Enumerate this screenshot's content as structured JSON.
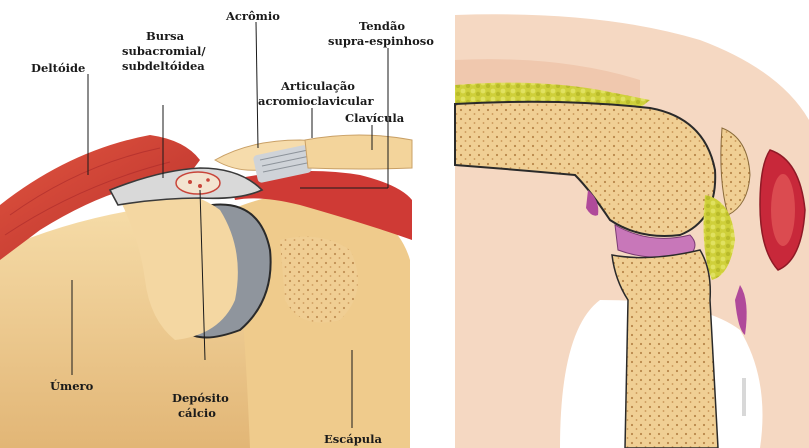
{
  "shoulder_labels": {
    "deltoide": "Deltóide",
    "bursa_line1": "Bursa",
    "bursa_line2": "subacromial/",
    "bursa_line3": "subdeltóidea",
    "acromio": "Acrômio",
    "tendao_line1": "Tendão",
    "tendao_line2": "supra-espinhoso",
    "articulacao_line1": "Articulação",
    "articulacao_line2": "acromioclavicular",
    "clavicula": "Clavícula",
    "umero": "Úmero",
    "deposito_line1": "Depósito",
    "deposito_line2": "cálcio",
    "escapula": "Escápula"
  },
  "colors": {
    "muscle": "#d9443a",
    "bone": "#f2d39a",
    "bone_dark": "#d9b06a",
    "cartilage": "#9aa0a8",
    "skin": "#f6dcc6",
    "fat": "#d6d640",
    "bursa_red": "#c8283a",
    "purple": "#b04a9a"
  }
}
